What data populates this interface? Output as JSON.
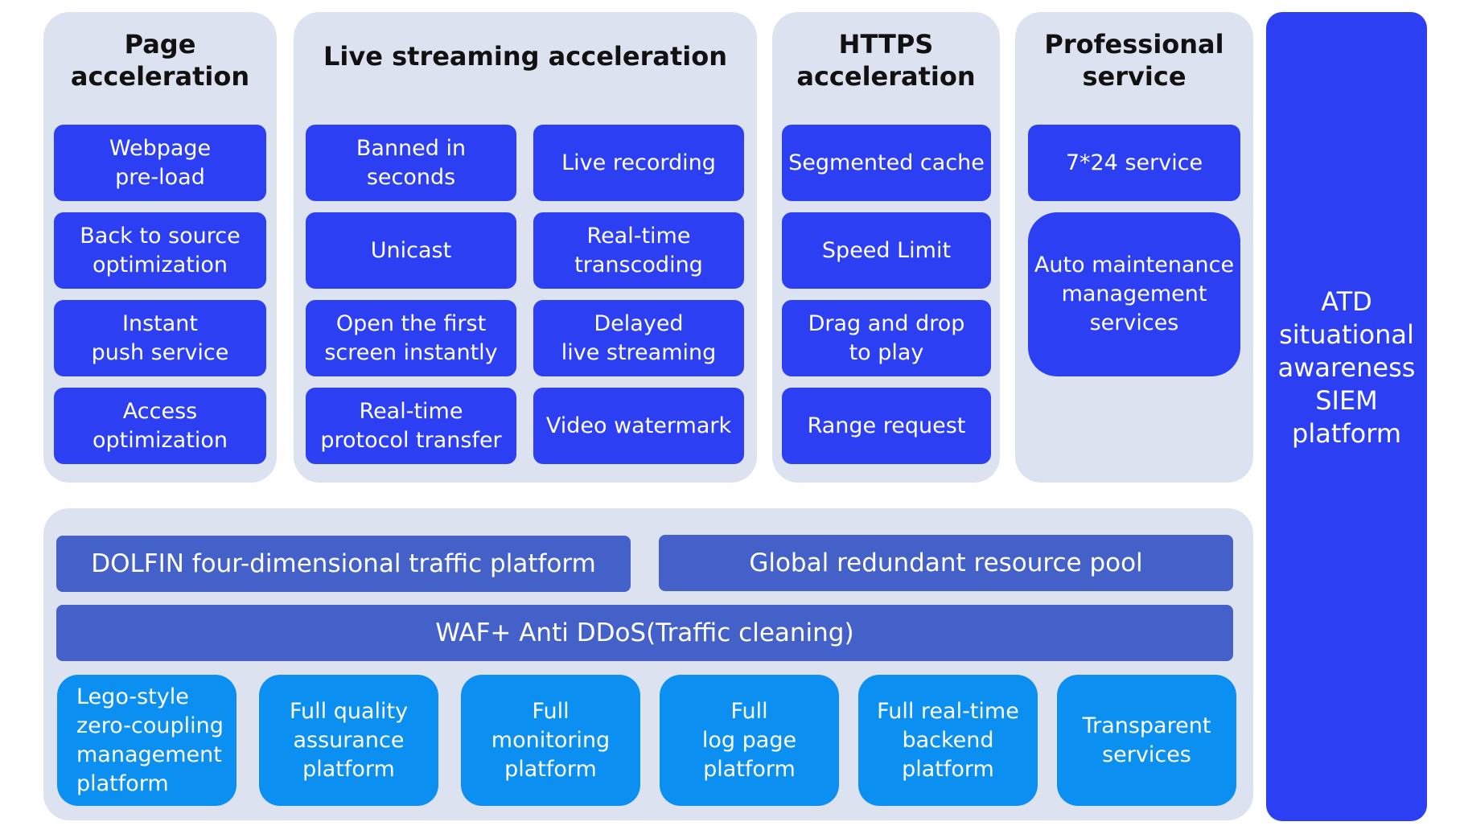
{
  "panels": {
    "page_acceleration": {
      "title": "Page\nacceleration",
      "items": [
        "Webpage\npre-load",
        "Back to source\noptimization",
        "Instant\npush service",
        "Access\noptimization"
      ]
    },
    "live_streaming": {
      "title": "Live streaming acceleration",
      "left_items": [
        "Banned in seconds",
        "Unicast",
        "Open the first\nscreen instantly",
        "Real-time\nprotocol transfer"
      ],
      "right_items": [
        "Live recording",
        "Real-time\ntranscoding",
        "Delayed\nlive streaming",
        "Video watermark"
      ]
    },
    "https_acceleration": {
      "title": "HTTPS\nacceleration",
      "items": [
        "Segmented cache",
        "Speed Limit",
        "Drag and drop\nto play",
        "Range request"
      ]
    },
    "professional_service": {
      "title": "Professional\nservice",
      "items": [
        "7*24 service",
        "Auto maintenance\nmanagement\nservices"
      ]
    }
  },
  "infrastructure": {
    "dolfin": "DOLFIN four-dimensional traffic platform",
    "global_pool": "Global redundant resource pool",
    "waf": "WAF+ Anti DDoS(Traffic cleaning)",
    "platforms": [
      "Lego-style\nzero-coupling\nmanagement\nplatform",
      "Full quality\nassurance\nplatform",
      "Full\nmonitoring\nplatform",
      "Full\nlog page\nplatform",
      "Full real-time\nbackend\nplatform",
      "Transparent\nservices"
    ]
  },
  "atd": {
    "label": "ATD\nsituational\nawareness\nSIEM\nplatform"
  },
  "colors": {
    "panel_bg": "#dde2f1",
    "tile_blue": "#2c3ff3",
    "bar_blue": "#4460c9",
    "platform_blue": "#0b8ff0"
  }
}
